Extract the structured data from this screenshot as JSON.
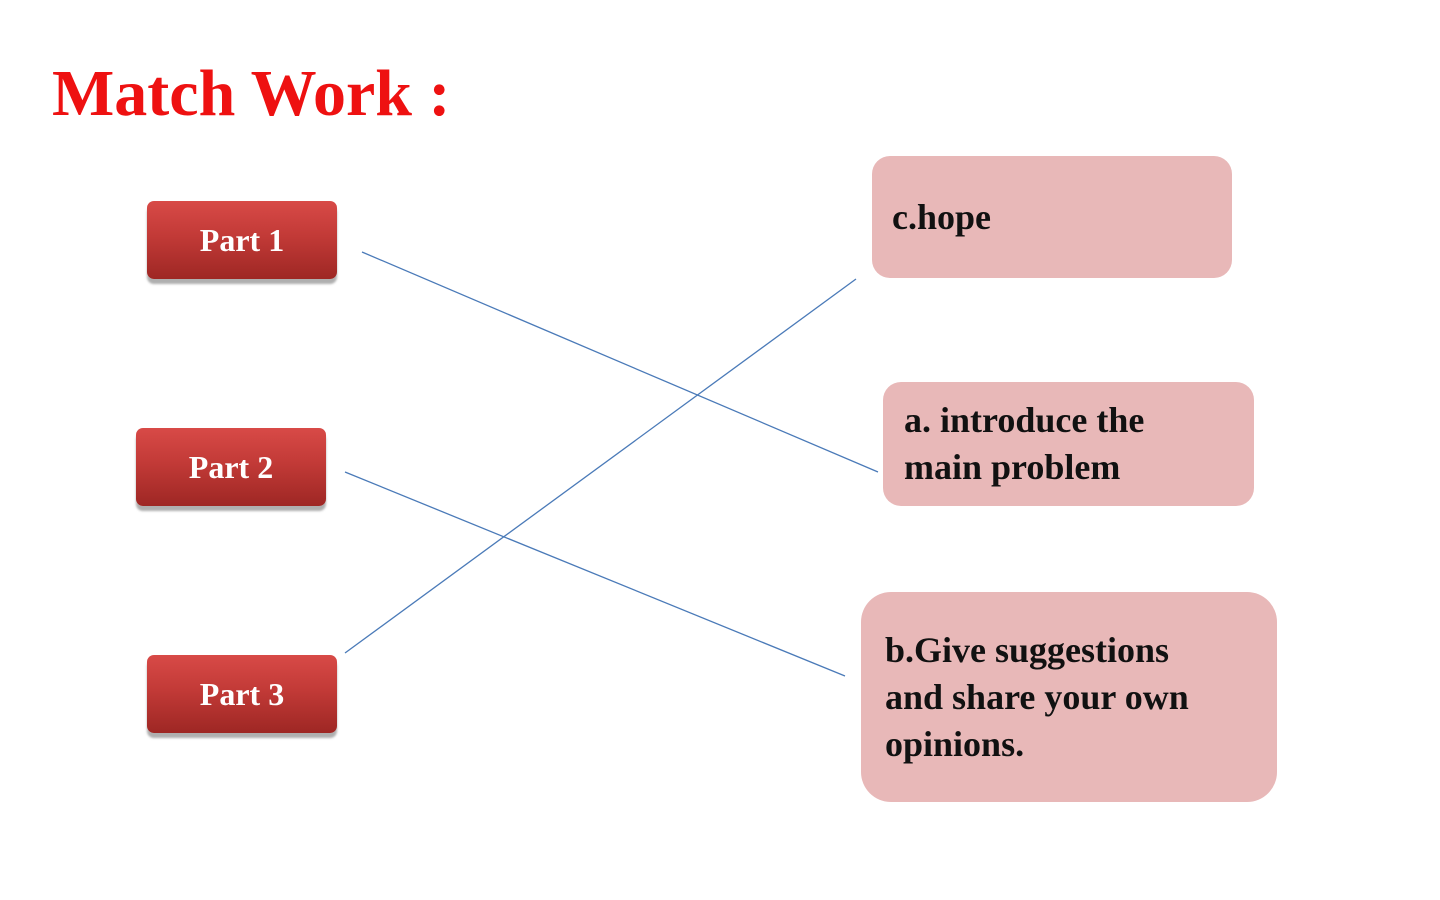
{
  "title": "Match Work :",
  "colors": {
    "title": "#ee1111",
    "part_button": "#c23a37",
    "answer_box": "#e8b8b8",
    "connector": "#4a7ab8"
  },
  "parts": [
    {
      "label": "Part 1"
    },
    {
      "label": "Part 2"
    },
    {
      "label": "Part 3"
    }
  ],
  "answers": {
    "c": {
      "lines": [
        "c.hope"
      ]
    },
    "a": {
      "lines": [
        "a. introduce the",
        "main problem"
      ]
    },
    "b": {
      "lines": [
        "b.Give suggestions",
        "and share your own",
        "opinions."
      ]
    }
  },
  "matches": [
    {
      "part": "Part 1",
      "answer": "a"
    },
    {
      "part": "Part 2",
      "answer": "b"
    },
    {
      "part": "Part 3",
      "answer": "c"
    }
  ]
}
